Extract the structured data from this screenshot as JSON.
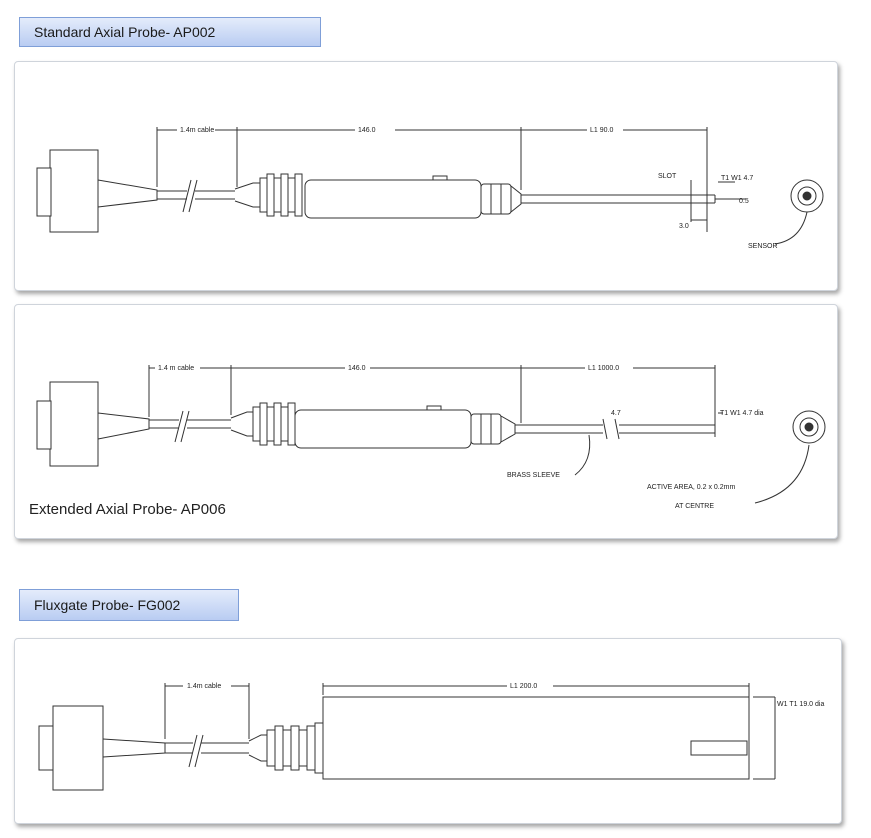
{
  "probes": [
    {
      "title": "Standard Axial Probe- AP002",
      "dims": {
        "cable": "1.4m cable",
        "body": "146.0",
        "length": "L1 90.0",
        "tip": "T1 W1 4.7",
        "slot": "SLOT",
        "slot_depth": "3.0",
        "thickness": "0.5",
        "sensor": "SENSOR"
      }
    },
    {
      "title": "Extended Axial Probe- AP006",
      "dims": {
        "cable": "1.4 m cable",
        "body": "146.0",
        "length": "L1 1000.0",
        "tip": "T1 W1 4.7 dia",
        "step": "4.7",
        "sleeve": "BRASS SLEEVE",
        "active_area": "ACTIVE AREA, 0.2 x 0.2mm",
        "active_area_2": "AT CENTRE"
      }
    },
    {
      "title": "Fluxgate Probe- FG002",
      "dims": {
        "cable": "1.4m cable",
        "length": "L1 200.0",
        "tip": "W1 T1 19.0 dia"
      }
    }
  ]
}
